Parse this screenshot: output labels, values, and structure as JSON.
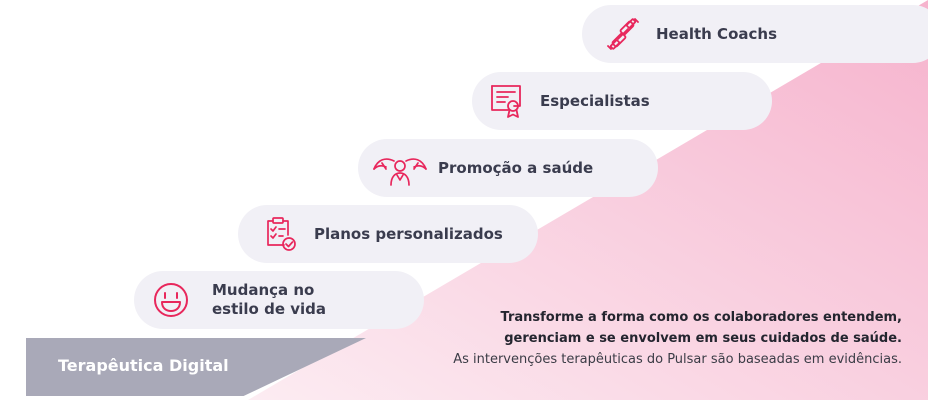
{
  "steps": [
    {
      "label": "Health Coachs",
      "icon": "dumbbell-icon"
    },
    {
      "label": "Especialistas",
      "icon": "certificate-icon"
    },
    {
      "label": "Promoção a saúde",
      "icon": "protected-person-icon"
    },
    {
      "label": "Planos personalizados",
      "icon": "checklist-icon"
    },
    {
      "label": "Mudança no estilo de vida",
      "icon": "smiley-icon"
    }
  ],
  "bar": {
    "title": "Terapêutica Digital"
  },
  "tagline": {
    "line1": "Transforme a forma como os colaboradores entendem,",
    "line2": "gerenciam e se envolvem em seus cuidados de saúde.",
    "line3": "As intervenções terapêuticas do Pulsar são baseadas em evidências."
  },
  "colors": {
    "accent": "#e8275c",
    "pill": "#f1f0f6",
    "bar": "#a9a9b8",
    "pink_from": "#fbe6ee",
    "pink_to": "#f7b5cf"
  }
}
